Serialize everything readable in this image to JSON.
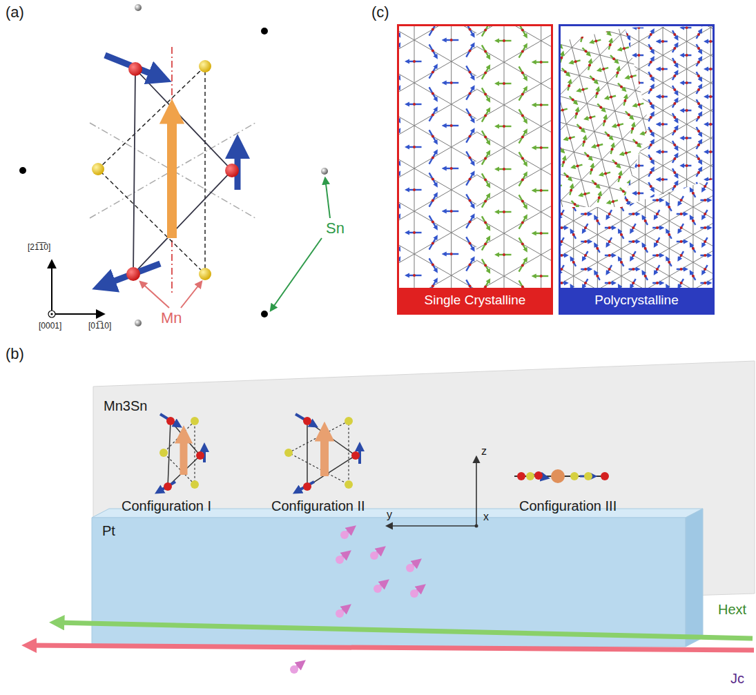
{
  "diagram": {
    "nodes": [
      {
        "text": [
          "Single Crystalline"
        ]
      },
      {
        "text": [
          "Polycrystalline"
        ]
      },
      {
        "text": [
          "Mn3Sn"
        ]
      },
      {
        "text": [
          "Pt"
        ]
      }
    ],
    "labels": [
      "(a)",
      "[21̅1̅0]",
      "[0001]",
      "[01̅10]",
      "Mn",
      "Sn",
      "(c)",
      "(b)",
      "Configuration I",
      "Configuration II",
      "Configuration III",
      "z",
      "y",
      "x",
      "Hext",
      "Jc"
    ]
  }
}
